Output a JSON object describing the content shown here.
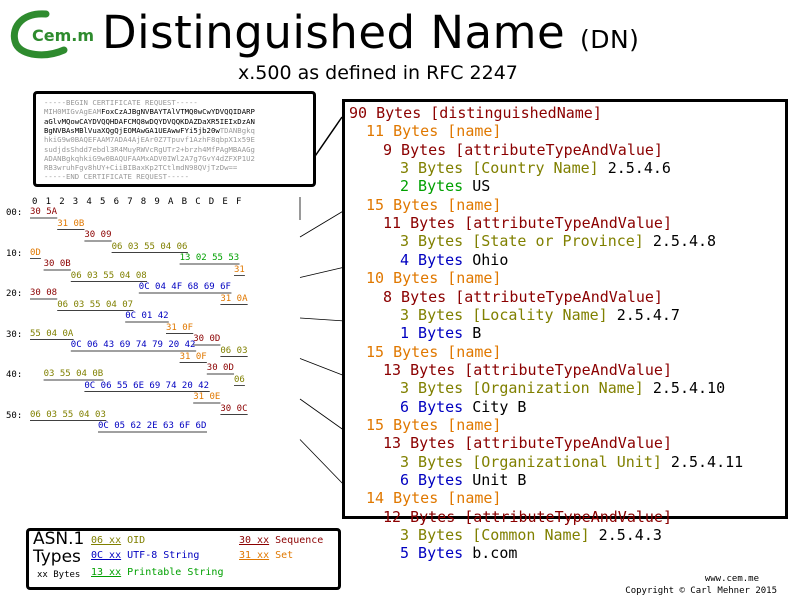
{
  "header": {
    "logo_text": "Cem.me",
    "title": "Distinguished Name",
    "title_suffix": "(DN)",
    "subtitle": "x.500 as defined in RFC 2247"
  },
  "colors": {
    "seq": "#8B0000",
    "set": "#E07800",
    "oid": "#808000",
    "utf8": "#0000C0",
    "printable": "#00A000",
    "logo_green": "#2e8b2e"
  },
  "certificate": {
    "lines": [
      {
        "text": "-----BEGIN CERTIFICATE REQUEST-----",
        "style": "muted"
      },
      {
        "text": "MIH0MIGvAgEAMFoxCzAJBgNVBAYTAlVTMQ0wCwYDVQQIDARP",
        "style": "mixed",
        "split": 13
      },
      {
        "text": "aGlvMQowCAYDVQQHDAFCMQ8wDQYDVQQKDAZDaXR5IEIxDzAN",
        "style": "dark"
      },
      {
        "text": "BgNVBAsMBlVuaXQgQjEOMAwGA1UEAwwFYi5jb20wTDANBgkq",
        "style": "mixed",
        "split": 40
      },
      {
        "text": "hkiG9w0BAQEFAAM7ADA4AjEAr0Z7Tpuvf1AzhF8qbpX1x59E",
        "style": "muted"
      },
      {
        "text": "sudjdsShdd7ebdl3R4MuyRWVcRgUTr2+brzh4MfPAgMBAAGg",
        "style": "muted"
      },
      {
        "text": "ADANBgkqhkiG9w0BAQUFAAMxADV0IWl2A7g7GvY4dZFXP1U2",
        "style": "muted"
      },
      {
        "text": "RB3wruhFgv8hUY+CiiBIBaxKp2TCtlmdN98QVjTzDw==",
        "style": "muted"
      },
      {
        "text": "-----END CERTIFICATE REQUEST-----",
        "style": "muted"
      }
    ]
  },
  "hex_dump": {
    "column_headers": [
      "0",
      "1",
      "2",
      "3",
      "4",
      "5",
      "6",
      "7",
      "8",
      "9",
      "A",
      "B",
      "C",
      "D",
      "E",
      "F"
    ],
    "offsets": [
      {
        "label": "00:",
        "row": 0
      },
      {
        "label": "10:",
        "row": 1
      },
      {
        "label": "20:",
        "row": 2
      },
      {
        "label": "30:",
        "row": 3
      },
      {
        "label": "40:",
        "row": 4
      },
      {
        "label": "50:",
        "row": 5
      }
    ],
    "chunks": [
      {
        "text": "30 5A",
        "row": 0,
        "col": 0,
        "line": 0,
        "type": "seq"
      },
      {
        "text": "31 0B",
        "row": 0,
        "col": 2,
        "line": 1,
        "type": "set"
      },
      {
        "text": "30 09",
        "row": 0,
        "col": 4,
        "line": 2,
        "type": "seq"
      },
      {
        "text": "06 03 55 04 06",
        "row": 0,
        "col": 6,
        "line": 3,
        "type": "oid"
      },
      {
        "text": "13 02 55 53",
        "row": 0,
        "col": 11,
        "line": 4,
        "type": "printable"
      },
      {
        "text": "31",
        "row": 0,
        "col": 15,
        "line": 5,
        "type": "set"
      },
      {
        "text": "0D",
        "row": 1,
        "col": 0,
        "line": 0,
        "type": "set"
      },
      {
        "text": "30 0B",
        "row": 1,
        "col": 1,
        "line": 1,
        "type": "seq"
      },
      {
        "text": "06 03 55 04 08",
        "row": 1,
        "col": 3,
        "line": 2,
        "type": "oid"
      },
      {
        "text": "0C 04 4F 68 69 6F",
        "row": 1,
        "col": 8,
        "line": 3,
        "type": "utf8"
      },
      {
        "text": "31 0A",
        "row": 1,
        "col": 14,
        "line": 4,
        "type": "set"
      },
      {
        "text": "30 08",
        "row": 2,
        "col": 0,
        "line": 0,
        "type": "seq"
      },
      {
        "text": "06 03 55 04 07",
        "row": 2,
        "col": 2,
        "line": 1,
        "type": "oid"
      },
      {
        "text": "0C 01 42",
        "row": 2,
        "col": 7,
        "line": 2,
        "type": "utf8"
      },
      {
        "text": "31 0F",
        "row": 2,
        "col": 10,
        "line": 3,
        "type": "set"
      },
      {
        "text": "30 0D",
        "row": 2,
        "col": 12,
        "line": 4,
        "type": "seq"
      },
      {
        "text": "06 03",
        "row": 2,
        "col": 14,
        "line": 5,
        "type": "oid"
      },
      {
        "text": "55 04 0A",
        "row": 3,
        "col": 0,
        "line": 0,
        "type": "oid"
      },
      {
        "text": "0C 06 43 69 74 79 20 42",
        "row": 3,
        "col": 3,
        "line": 1,
        "type": "utf8"
      },
      {
        "text": "31 0F",
        "row": 3,
        "col": 11,
        "line": 2,
        "type": "set"
      },
      {
        "text": "30 0D",
        "row": 3,
        "col": 13,
        "line": 3,
        "type": "seq"
      },
      {
        "text": "06",
        "row": 3,
        "col": 15,
        "line": 4,
        "type": "oid"
      },
      {
        "text": "03 55 04 0B",
        "row": 4,
        "col": 1,
        "line": 0,
        "type": "oid"
      },
      {
        "text": "0C 06 55 6E 69 74 20 42",
        "row": 4,
        "col": 4,
        "line": 1,
        "type": "utf8"
      },
      {
        "text": "31 0E",
        "row": 4,
        "col": 12,
        "line": 2,
        "type": "set"
      },
      {
        "text": "30 0C",
        "row": 4,
        "col": 14,
        "line": 3,
        "type": "seq"
      },
      {
        "text": "06 03 55 04 03",
        "row": 5,
        "col": 0,
        "line": 0,
        "type": "oid"
      },
      {
        "text": "0C 05 62 2E 63 6F 6D",
        "row": 5,
        "col": 5,
        "line": 1,
        "type": "utf8"
      }
    ]
  },
  "dn_tree": {
    "lines": [
      {
        "indent": 0,
        "color": "seq",
        "text": "90 Bytes [distinguishedName]",
        "tail": ""
      },
      {
        "indent": 1,
        "color": "set",
        "text": "11 Bytes [name]",
        "tail": ""
      },
      {
        "indent": 2,
        "color": "seq",
        "text": "9 Bytes [attributeTypeAndValue]",
        "tail": ""
      },
      {
        "indent": 3,
        "color": "oid",
        "text": "3 Bytes [Country Name]",
        "tail": " 2.5.4.6"
      },
      {
        "indent": 3,
        "color": "printable",
        "text": "2 Bytes",
        "tail": " US"
      },
      {
        "indent": 1,
        "color": "set",
        "text": "15 Bytes [name]",
        "tail": ""
      },
      {
        "indent": 2,
        "color": "seq",
        "text": "11 Bytes [attributeTypeAndValue]",
        "tail": ""
      },
      {
        "indent": 3,
        "color": "oid",
        "text": "3 Bytes [State or Province]",
        "tail": " 2.5.4.8"
      },
      {
        "indent": 3,
        "color": "utf8",
        "text": "4 Bytes",
        "tail": " Ohio"
      },
      {
        "indent": 1,
        "color": "set",
        "text": "10 Bytes [name]",
        "tail": ""
      },
      {
        "indent": 2,
        "color": "seq",
        "text": "8 Bytes [attributeTypeAndValue]",
        "tail": ""
      },
      {
        "indent": 3,
        "color": "oid",
        "text": "3 Bytes [Locality Name]",
        "tail": " 2.5.4.7"
      },
      {
        "indent": 3,
        "color": "utf8",
        "text": "1 Bytes",
        "tail": " B"
      },
      {
        "indent": 1,
        "color": "set",
        "text": "15 Bytes [name]",
        "tail": ""
      },
      {
        "indent": 2,
        "color": "seq",
        "text": "13 Bytes [attributeTypeAndValue]",
        "tail": ""
      },
      {
        "indent": 3,
        "color": "oid",
        "text": "3 Bytes [Organization Name]",
        "tail": " 2.5.4.10"
      },
      {
        "indent": 3,
        "color": "utf8",
        "text": "6 Bytes",
        "tail": " City B"
      },
      {
        "indent": 1,
        "color": "set",
        "text": "15 Bytes [name]",
        "tail": ""
      },
      {
        "indent": 2,
        "color": "seq",
        "text": "13 Bytes [attributeTypeAndValue]",
        "tail": ""
      },
      {
        "indent": 3,
        "color": "oid",
        "text": "3 Bytes [Organizational Unit]",
        "tail": " 2.5.4.11"
      },
      {
        "indent": 3,
        "color": "utf8",
        "text": "6 Bytes",
        "tail": " Unit B"
      },
      {
        "indent": 1,
        "color": "set",
        "text": "14 Bytes [name]",
        "tail": ""
      },
      {
        "indent": 2,
        "color": "seq",
        "text": "12 Bytes [attributeTypeAndValue]",
        "tail": ""
      },
      {
        "indent": 3,
        "color": "oid",
        "text": "3 Bytes [Common Name]",
        "tail": " 2.5.4.3"
      },
      {
        "indent": 3,
        "color": "utf8",
        "text": "5 Bytes",
        "tail": " b.com"
      }
    ]
  },
  "legend": {
    "title_line1": "ASN.1",
    "title_line2": "Types",
    "title_line3": "xx Bytes",
    "items": [
      {
        "code": "06 xx",
        "label": "OID",
        "color": "oid"
      },
      {
        "code": "30 xx",
        "label": "Sequence",
        "color": "seq"
      },
      {
        "code": "0C xx",
        "label": "UTF-8 String",
        "color": "utf8"
      },
      {
        "code": "31 xx",
        "label": "Set",
        "color": "set"
      },
      {
        "code": "13 xx",
        "label": "Printable String",
        "color": "printable"
      }
    ]
  },
  "footer": {
    "site": "www.cem.me",
    "copyright": "Copyright © Carl Mehner 2015"
  }
}
